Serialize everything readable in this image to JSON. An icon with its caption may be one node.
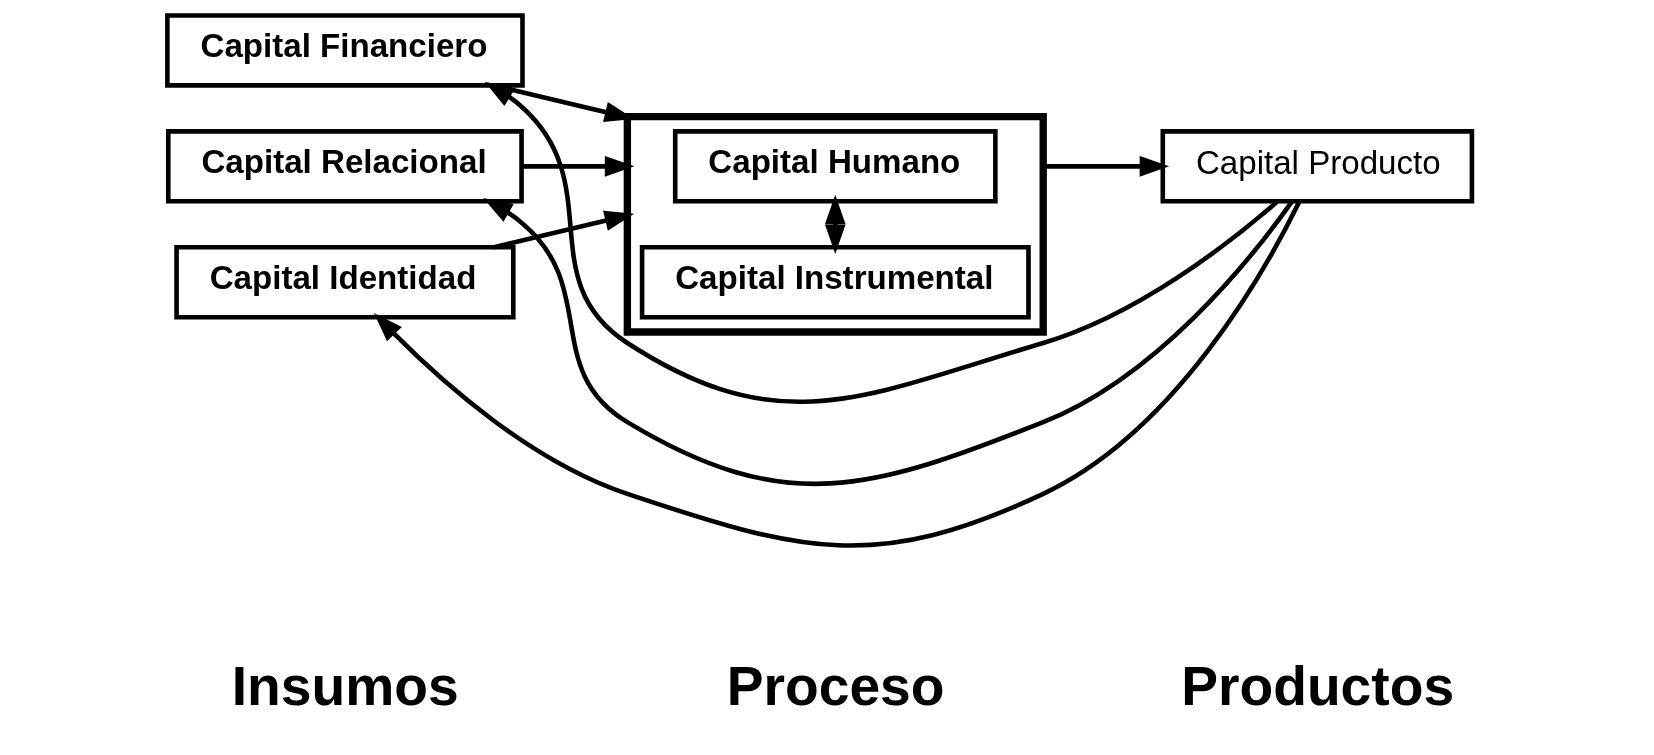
{
  "diagram": {
    "nodes": [
      {
        "text": [
          "Capital Financiero"
        ]
      },
      {
        "text": [
          "Capital Relacional"
        ]
      },
      {
        "text": [
          "Capital Identidad"
        ]
      },
      {
        "text": [],
        "shape": "box"
      },
      {
        "text": [
          "Capital Humano"
        ],
        "in": 3
      },
      {
        "text": [
          "Capital Instrumental"
        ],
        "in": 3
      },
      {
        "text": [
          "Capital Producto"
        ]
      }
    ],
    "edges": [
      {
        "from": 0,
        "to": 3,
        "arrow": "to"
      },
      {
        "from": 1,
        "to": 3,
        "arrow": "to"
      },
      {
        "from": 2,
        "to": 3,
        "arrow": "to"
      },
      {
        "from": 4,
        "to": 5,
        "arrow": "both"
      },
      {
        "from": 3,
        "to": 6,
        "arrow": "to"
      },
      {
        "from": 6,
        "to": 0,
        "arrow": "to"
      },
      {
        "from": 6,
        "to": 1,
        "arrow": "to"
      },
      {
        "from": 6,
        "to": 2,
        "arrow": "to"
      }
    ],
    "labels": [
      "Insumos",
      "Proceso",
      "Productos"
    ]
  }
}
